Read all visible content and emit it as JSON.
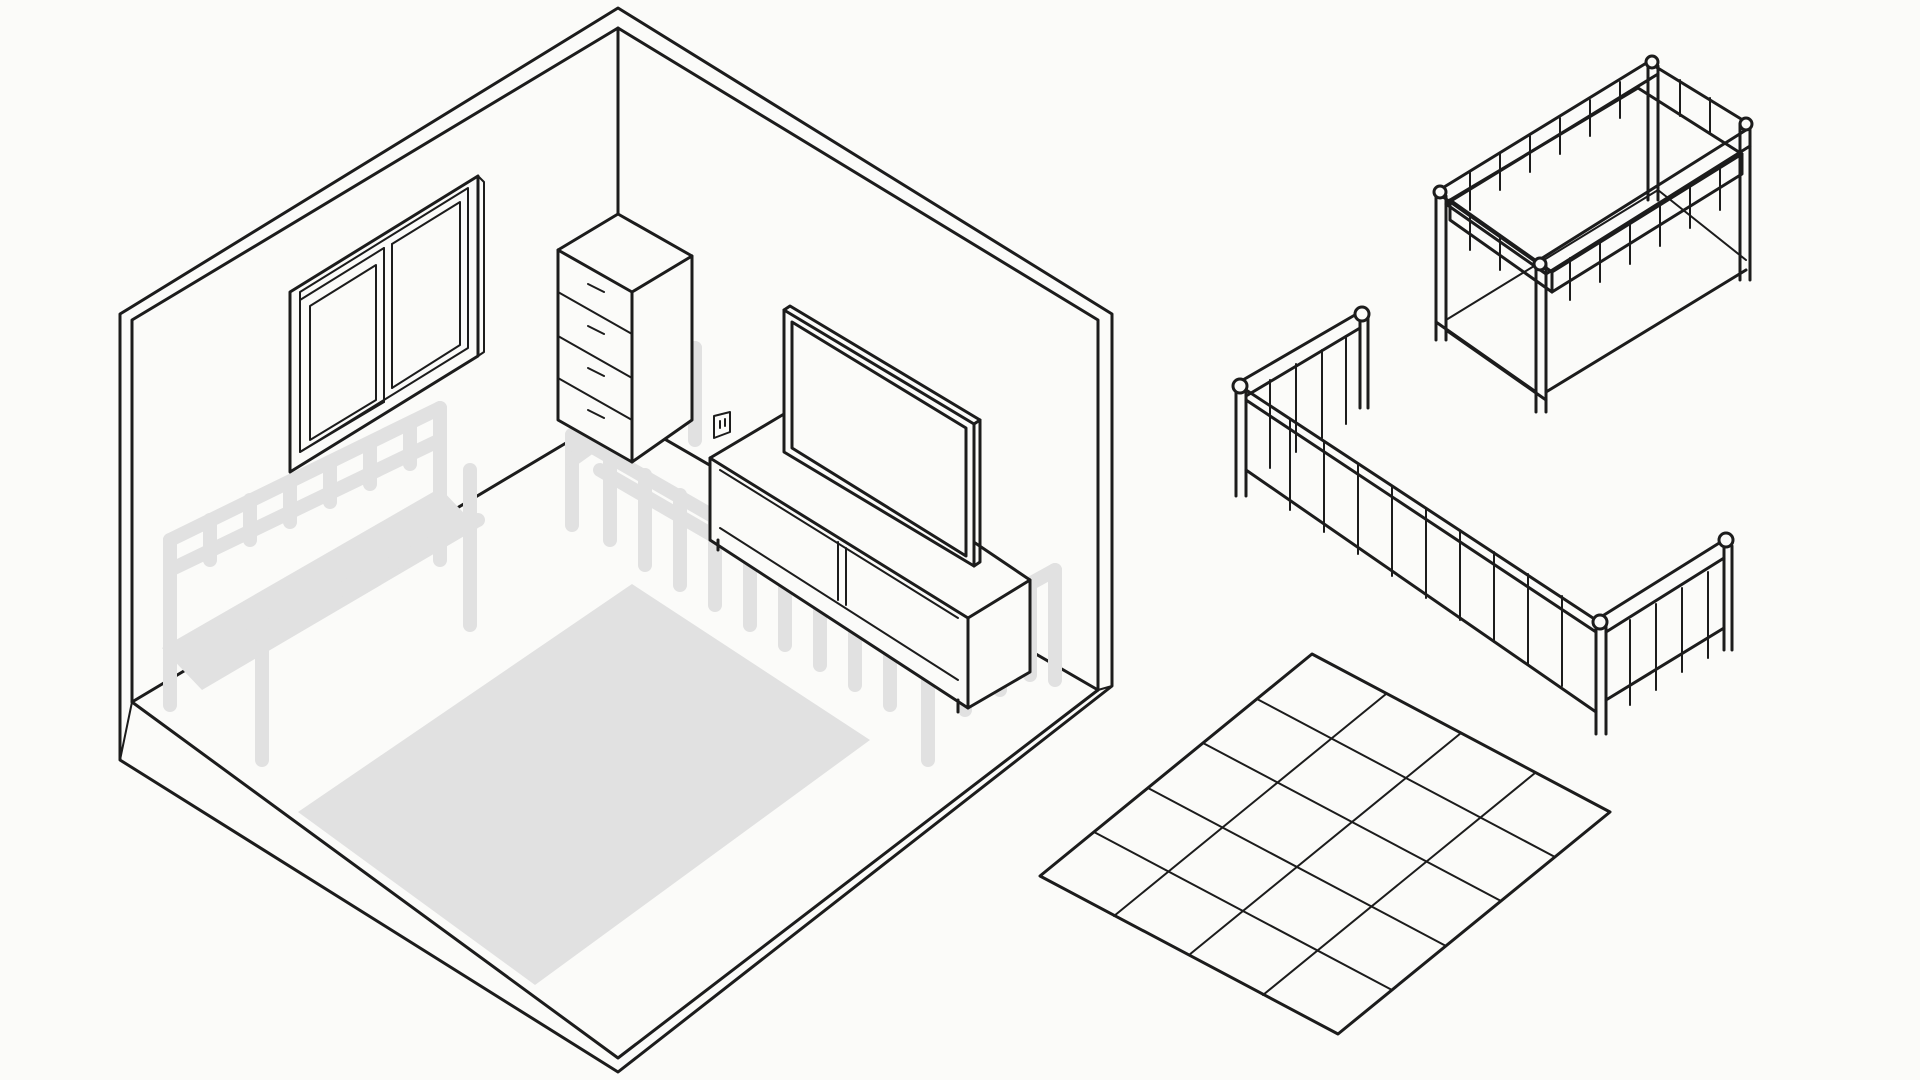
{
  "scene": {
    "background": "#fbfbf9",
    "ink_color": "#1c1c1c",
    "ghost_color": "#e1e1e1",
    "items": [
      "isometric-room",
      "window",
      "chest-of-drawers",
      "wall-outlet",
      "tv-stand",
      "flat-screen-tv",
      "ghost-crib",
      "ghost-playpen",
      "ghost-floor-mat",
      "baby-crib",
      "playpen-railing",
      "grid-floor-mat"
    ]
  }
}
